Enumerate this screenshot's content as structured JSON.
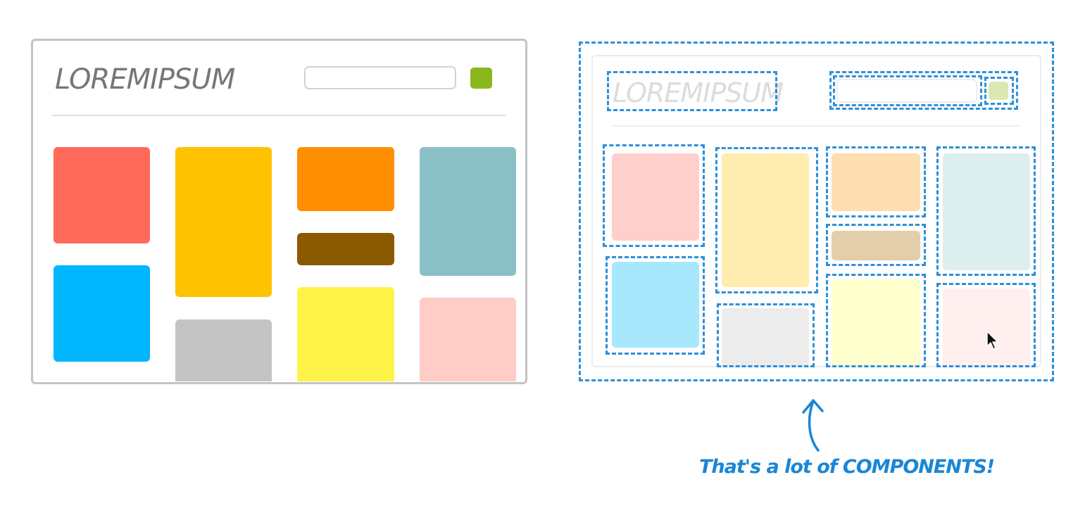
{
  "left_mockup": {
    "logo_text": "LOREMIPSUM",
    "button_color": "#8ab81c",
    "tiles": [
      {
        "name": "red-tile",
        "color": "#ff6a5a"
      },
      {
        "name": "blue-tile",
        "color": "#00b6ff"
      },
      {
        "name": "amber-tall-tile",
        "color": "#ffc200"
      },
      {
        "name": "gray-tile",
        "color": "#c4c4c4"
      },
      {
        "name": "orange-tile",
        "color": "#ff8f00"
      },
      {
        "name": "brown-bar-tile",
        "color": "#8b5a00"
      },
      {
        "name": "yellow-tile",
        "color": "#fff34a"
      },
      {
        "name": "teal-tall-tile",
        "color": "#8bbfc6"
      },
      {
        "name": "pink-tile",
        "color": "#ffccc8"
      }
    ]
  },
  "right_mockup": {
    "logo_text": "LOREMIPSUM",
    "button_color": "#dbe8b4",
    "tiles": [
      {
        "name": "light-red-tile",
        "color": "#ffcfcb"
      },
      {
        "name": "light-blue-tile",
        "color": "#a7e8ff"
      },
      {
        "name": "light-amber-tall-tile",
        "color": "#ffedb0"
      },
      {
        "name": "light-gray-tile",
        "color": "#ececec"
      },
      {
        "name": "light-orange-tile",
        "color": "#fddeb0"
      },
      {
        "name": "light-brown-bar-tile",
        "color": "#e3ceac"
      },
      {
        "name": "light-yellow-tile",
        "color": "#ffffce"
      },
      {
        "name": "light-teal-tall-tile",
        "color": "#ddeeee"
      },
      {
        "name": "light-pink-tile",
        "color": "#fff0ef"
      }
    ],
    "dash_color": "#2e8fd8"
  },
  "caption": "That's a lot of COMPONENTS!",
  "icons": {
    "cursor": "mouse-pointer-icon",
    "arrow": "curved-up-arrow-icon"
  }
}
